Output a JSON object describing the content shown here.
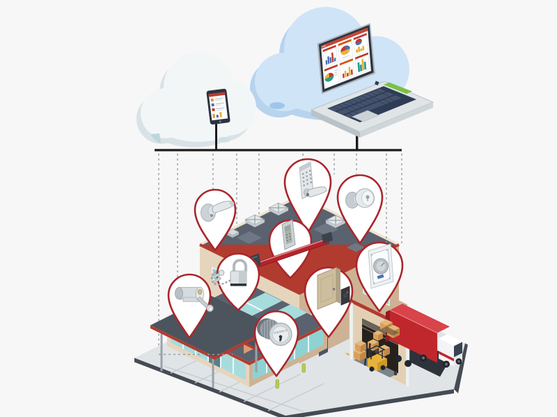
{
  "scene": {
    "description": "Isometric illustration of a cloud-connected commercial building with door security hardware callout pins, network lines to a smartphone and analytics laptop in clouds, and a loading dock with truck and forklift.",
    "background_color": "#f7f7f8"
  },
  "colors": {
    "bg": "#f7f7f8",
    "cloud_left": "#f3f6f7",
    "cloud_left_shadow": "#d9e2e7",
    "cloud_right": "#cfe4f6",
    "cloud_right_shadow": "#b7d3ee",
    "line_dark": "#1b1b1b",
    "dash_gray": "#979da3",
    "pin_ring": "#a8262b",
    "pin_fill": "#ffffff",
    "wall_light": "#e6d5bd",
    "wall_dark": "#cdb295",
    "trim_red": "#b23b30",
    "roof_dark": "#59626e",
    "roof_deep": "#4c545e",
    "glass_teal": "#8fd2d4",
    "glass_light": "#a7dcdd",
    "ground": "#e0e4e7",
    "ground_edge": "#454b54",
    "joint": "#c6cbd0",
    "road": "#2e333b",
    "road_yellow": "#e8b33a",
    "truck_red": "#c0272d",
    "cab_white": "#f2f4f6",
    "box_tan": "#d9a05b",
    "forklift_yellow": "#e8b33a",
    "bollard_green": "#b5cc4e",
    "chart_red": "#c0392b",
    "chart_orange": "#d35400",
    "chart_blue": "#4a6fb5",
    "chart_yellow": "#e8b33a",
    "chart_teal": "#2a9d8f"
  },
  "cloud_network": {
    "left_cloud_label": "Cloud (mobile access)",
    "right_cloud_label": "Cloud (analytics)",
    "phone_label": "Smartphone with security dashboard",
    "laptop_label": "Laptop with analytics dashboard",
    "bus_label": "Network link",
    "drops_label": "Connection drop lines to building"
  },
  "building": {
    "label": "Commercial facility",
    "roof_label": "Flat roof with skylights and vents",
    "storefront_label": "Glass storefront with canopy entrance",
    "dock_label": "Loading dock with roll-up door and boxes"
  },
  "vehicles": {
    "truck_label": "Delivery truck at loading dock",
    "forklift_label": "Forklift carrying boxes"
  },
  "pins": [
    {
      "id": "door-lever",
      "label": "Door lever handle",
      "icon": "door-lever-icon"
    },
    {
      "id": "keypad-lever-lock",
      "label": "Electronic keypad lever lock",
      "icon": "keypad-lock-icon"
    },
    {
      "id": "door-knob",
      "label": "Door knob with key cylinder",
      "icon": "door-knob-icon"
    },
    {
      "id": "exit-device",
      "label": "Keypad reader and panic exit bar",
      "icon": "exit-device-icon"
    },
    {
      "id": "padlock",
      "label": "Padlock with chain and keys",
      "icon": "padlock-icon"
    },
    {
      "id": "key-cylinder",
      "label": "Profile cylinder with key",
      "icon": "key-cylinder-icon"
    },
    {
      "id": "mortise-cylinder",
      "label": "Mortise key cylinder",
      "icon": "mortise-cylinder-icon",
      "engraving": "medeco"
    },
    {
      "id": "door-with-reader",
      "label": "Door with electronic reader",
      "icon": "door-reader-icon"
    },
    {
      "id": "wall-reader",
      "label": "Wall-mounted reader panel",
      "icon": "wall-reader-icon"
    }
  ]
}
